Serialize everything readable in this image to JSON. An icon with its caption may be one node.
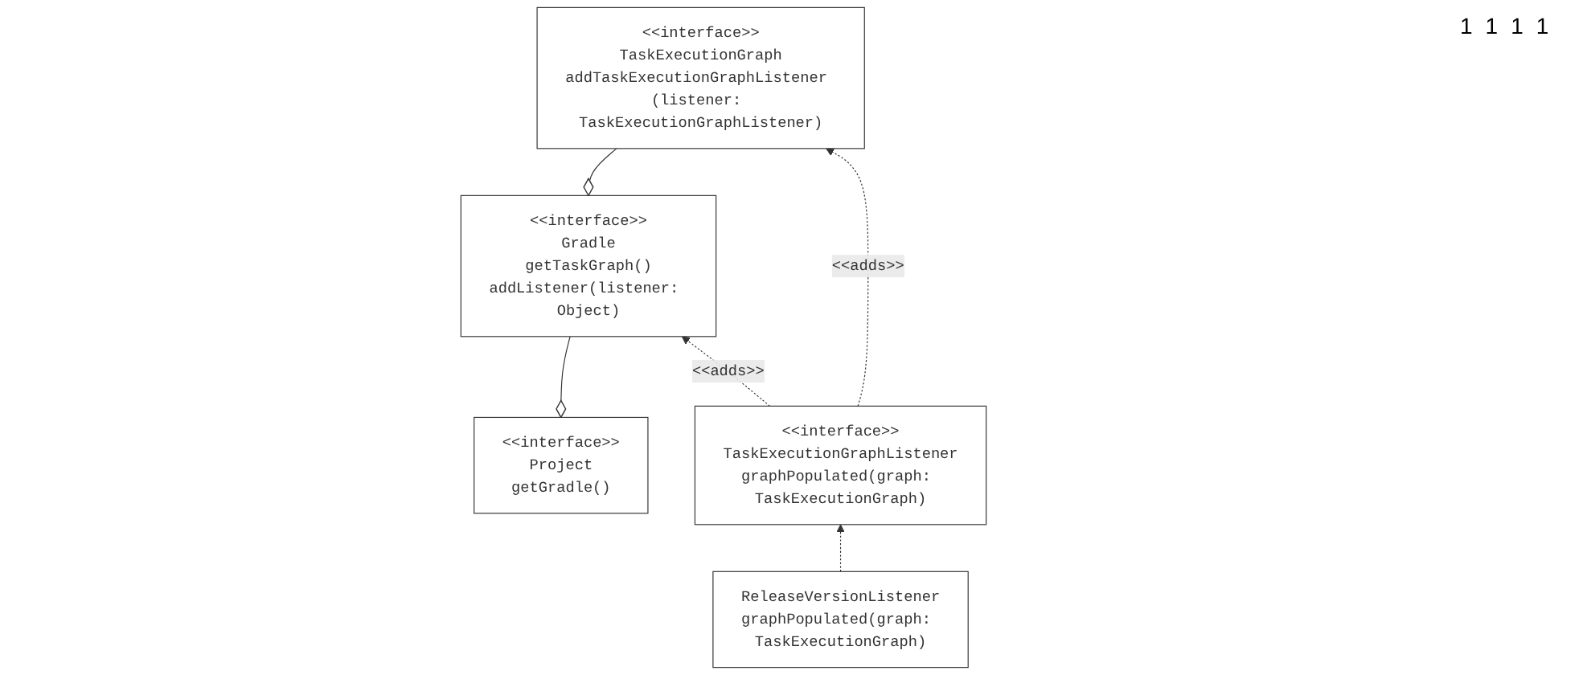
{
  "diagram": {
    "nodes": [
      {
        "text": [
          "<<interface>>",
          "Project",
          "getGradle()"
        ]
      },
      {
        "text": [
          "<<interface>>",
          "Gradle",
          "getTaskGraph()",
          "addListener(listener: Object)"
        ]
      },
      {
        "text": [
          "<<interface>>",
          "TaskExecutionGraph",
          "addTaskExecutionGraphListener (listener: TaskExecutionGraphListener)"
        ]
      },
      {
        "text": [
          "<<interface>>",
          "TaskExecutionGraphListener",
          "graphPopulated(graph: TaskExecutionGraph)"
        ]
      },
      {
        "text": [
          "ReleaseVersionListener",
          "graphPopulated(graph: TaskExecutionGraph)"
        ]
      }
    ],
    "edges": [
      {
        "from": 0,
        "to": 1,
        "arrow": "other"
      },
      {
        "from": 1,
        "to": 2,
        "arrow": "other"
      },
      {
        "from": 3,
        "to": 1,
        "arrow": "to",
        "label": "<<adds>>",
        "style": "dashed"
      },
      {
        "from": 3,
        "to": 2,
        "arrow": "to",
        "label": "<<adds>>",
        "style": "dashed"
      },
      {
        "from": 4,
        "to": 3,
        "arrow": "to",
        "style": "dashed"
      }
    ],
    "labels": [
      "1",
      "1",
      "1",
      "1"
    ]
  }
}
